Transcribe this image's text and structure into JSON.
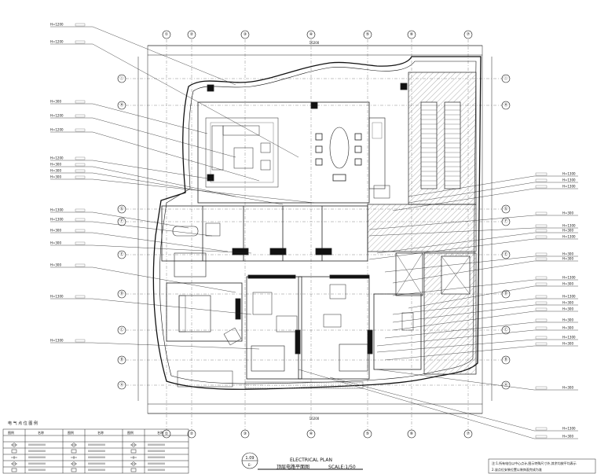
{
  "drawing": {
    "title_en": "ELECTRICAL PLAN",
    "title_cn": "顶层电路平面图",
    "scale": "SCALE:1/50",
    "sheet_ref": "1.09",
    "sheet_ref_sub": "E-",
    "legend_title": "电 气 点 位 图 例",
    "note_line1": "注:1.所有电位以中心点计,图示特殊尺寸外,其余均按平均表示",
    "note_line2": "2.该点位安装位置以装饰面完成为准"
  },
  "grid": {
    "top": [
      "①",
      "②",
      "③",
      "④",
      "⑤",
      "⑥",
      "⑦"
    ],
    "bottom": [
      "①",
      "②",
      "③",
      "④",
      "⑤",
      "⑥",
      "⑦"
    ],
    "left": [
      "Ⓐ",
      "Ⓑ",
      "Ⓒ",
      "Ⓓ",
      "Ⓔ",
      "Ⓕ",
      "Ⓖ",
      "Ⓗ",
      "Ⓘ"
    ],
    "right": [
      "Ⓐ",
      "Ⓑ",
      "Ⓒ",
      "Ⓓ",
      "Ⓔ",
      "Ⓕ",
      "Ⓖ",
      "Ⓗ",
      "Ⓘ"
    ]
  },
  "dims": {
    "top_total": "16200",
    "bottom_total": "16200"
  },
  "left_callouts": [
    "H=1200",
    "H=1200",
    "H=300",
    "H=1200",
    "H=1200",
    "H=1200",
    "H=300",
    "H=300",
    "H=300",
    "H=1300",
    "H=1300",
    "H=300",
    "H=300",
    "H=300",
    "H=1300",
    "H=1300"
  ],
  "right_callouts": [
    "H=1300",
    "H=1300",
    "H=1300",
    "H=300",
    "H=1300",
    "H=300",
    "H=1300",
    "H=300",
    "H=300",
    "H=1300",
    "H=300",
    "H=1300",
    "H=300",
    "H=300",
    "H=300",
    "H=300",
    "H=1300",
    "H=300",
    "H=300",
    "H=1300",
    "H=300"
  ],
  "legend_headers": [
    "图例",
    "名称",
    "图例",
    "名称",
    "图例",
    "名称"
  ]
}
